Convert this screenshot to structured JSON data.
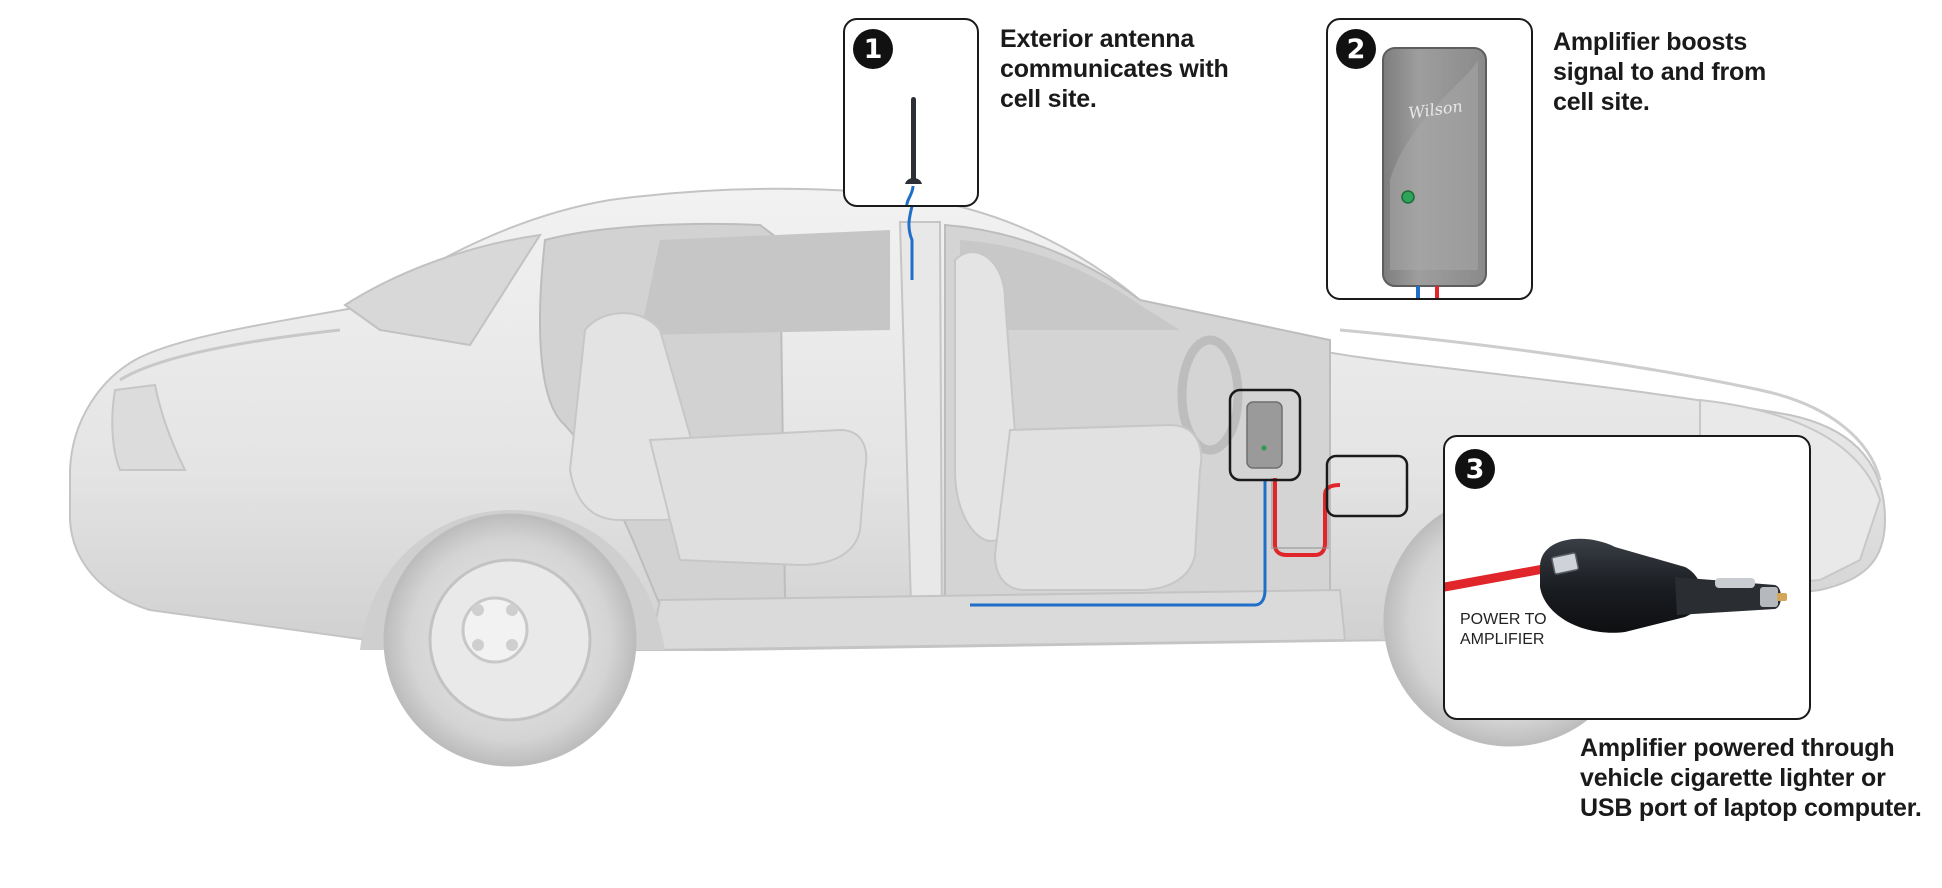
{
  "steps": [
    {
      "number": "1",
      "caption": "Exterior antenna\ncommunicates with\ncell site."
    },
    {
      "number": "2",
      "caption": "Amplifier boosts\nsignal to and from\ncell site."
    },
    {
      "number": "3",
      "caption": "Amplifier powered through\nvehicle cigarette lighter or\nUSB port of laptop computer."
    }
  ],
  "amplifier_brand": "Wilson",
  "power_label": "POWER TO\nAMPLIFIER",
  "colors": {
    "signal_cable": "#1f6fc9",
    "power_cable": "#e0262a",
    "car_body": "#e6e6e6",
    "outline": "#1a1a1a"
  }
}
